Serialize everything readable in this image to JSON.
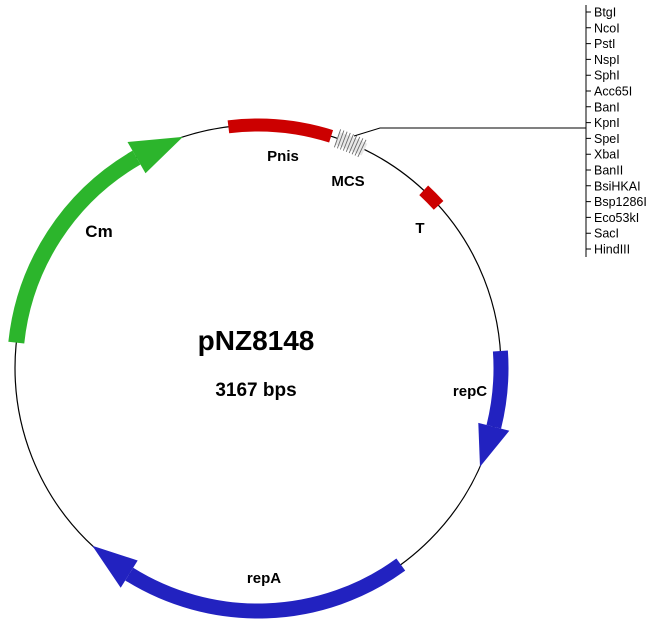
{
  "plasmid": {
    "name": "pNZ8148",
    "size": "3167 bps"
  },
  "backbone_color": "#000000",
  "features": {
    "cm": {
      "label": "Cm",
      "color": "#2cb52c"
    },
    "pnis": {
      "label": "Pnis",
      "color": "#cc0000"
    },
    "mcs": {
      "label": "MCS",
      "color": "#e8e8e8",
      "hatch_color": "#555555"
    },
    "t": {
      "label": "T",
      "color": "#cc0000"
    },
    "repC": {
      "label": "repC",
      "color": "#2222c0"
    },
    "repA": {
      "label": "repA",
      "color": "#2222c0"
    }
  },
  "enzymes": [
    "BtgI",
    "NcoI",
    "PstI",
    "NspI",
    "SphI",
    "Acc65I",
    "BanI",
    "KpnI",
    "SpeI",
    "XbaI",
    "BanII",
    "BsiHKAI",
    "Bsp1286I",
    "Eco53kI",
    "SacI",
    "HindIII"
  ]
}
